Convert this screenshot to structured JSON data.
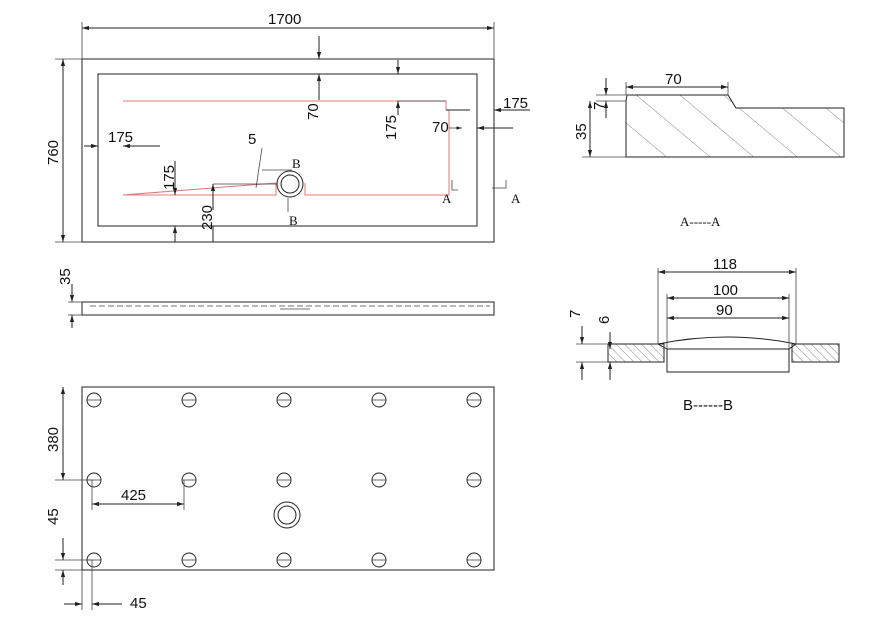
{
  "plan_view": {
    "dim_length": "1700",
    "dim_width": "760",
    "dim_rim_top": "70",
    "dim_inner_top": "175",
    "dim_right_top": "175",
    "dim_right_side": "70",
    "dim_left_inner": "175",
    "dim_channel_height": "175",
    "dim_drain_offset": "230",
    "dim_channel_gap": "5",
    "section_label_a": "A",
    "section_label_b": "B"
  },
  "side_view": {
    "dim_thickness": "35"
  },
  "bottom_view": {
    "dim_row_spacing": "380",
    "dim_col_spacing": "425",
    "dim_edge_vertical": "45",
    "dim_edge_horizontal": "45"
  },
  "section_aa": {
    "title": "A-----A",
    "dim_rim_width": "70",
    "dim_step": "7",
    "dim_thickness": "35"
  },
  "section_bb": {
    "title": "B------B",
    "dim_outer": "118",
    "dim_mid": "100",
    "dim_inner": "90",
    "dim_depth_7": "7",
    "dim_depth_6": "6"
  },
  "feet_grid": {
    "rows": 3,
    "cols": 5
  }
}
